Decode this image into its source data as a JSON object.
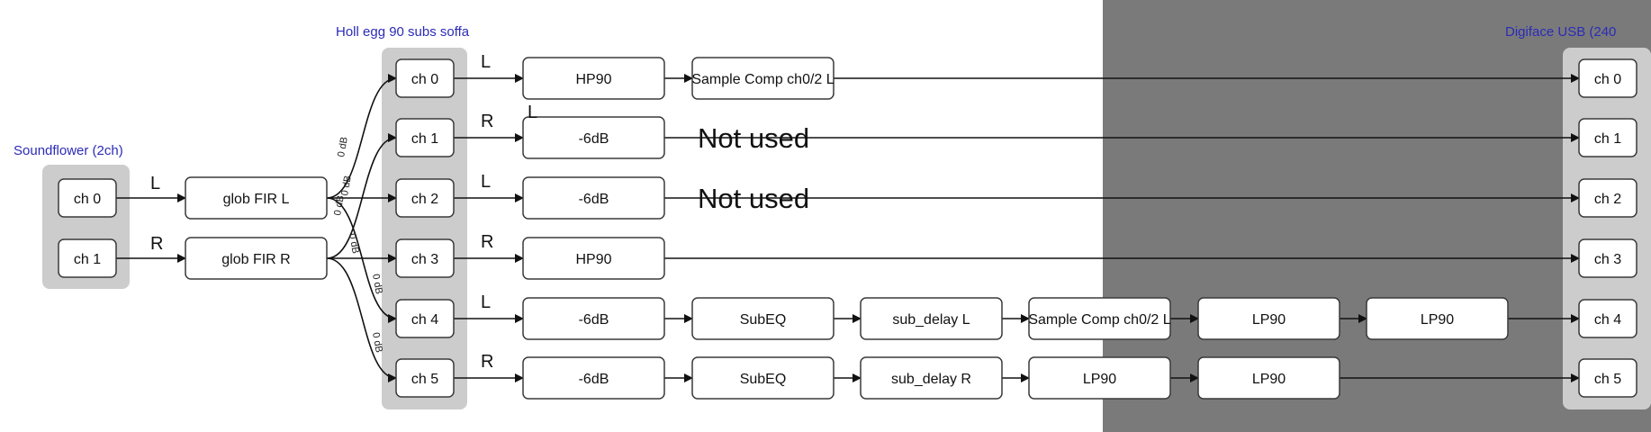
{
  "groups": {
    "soundflower": {
      "title": "Soundflower (2ch)",
      "channels": [
        "ch 0",
        "ch 1"
      ]
    },
    "holl_egg": {
      "title": "Holl egg 90 subs soffa",
      "channels": [
        "ch 0",
        "ch 1",
        "ch 2",
        "ch 3",
        "ch 4",
        "ch 5"
      ]
    },
    "digiface": {
      "title": "Digiface USB (240",
      "channels": [
        "ch 0",
        "ch 1",
        "ch 2",
        "ch 3",
        "ch 4",
        "ch 5"
      ]
    }
  },
  "fir_filters": [
    {
      "label": "glob FIR L",
      "input_label": "L"
    },
    {
      "label": "glob FIR R",
      "input_label": "R"
    }
  ],
  "mixer_gain_label": "0 dB",
  "chains": [
    {
      "channel_label": "L",
      "stages": [
        "HP90",
        "Sample Comp ch0/2 L"
      ],
      "extra_label": "L"
    },
    {
      "channel_label": "R",
      "stages": [
        "-6dB"
      ],
      "note": "Not used"
    },
    {
      "channel_label": "L",
      "stages": [
        "-6dB"
      ],
      "note": "Not used"
    },
    {
      "channel_label": "R",
      "stages": [
        "HP90"
      ]
    },
    {
      "channel_label": "L",
      "stages": [
        "-6dB",
        "SubEQ",
        "sub_delay L",
        "Sample Comp ch0/2 L",
        "LP90",
        "LP90"
      ]
    },
    {
      "channel_label": "R",
      "stages": [
        "-6dB",
        "SubEQ",
        "sub_delay R",
        "LP90",
        "LP90"
      ]
    }
  ]
}
